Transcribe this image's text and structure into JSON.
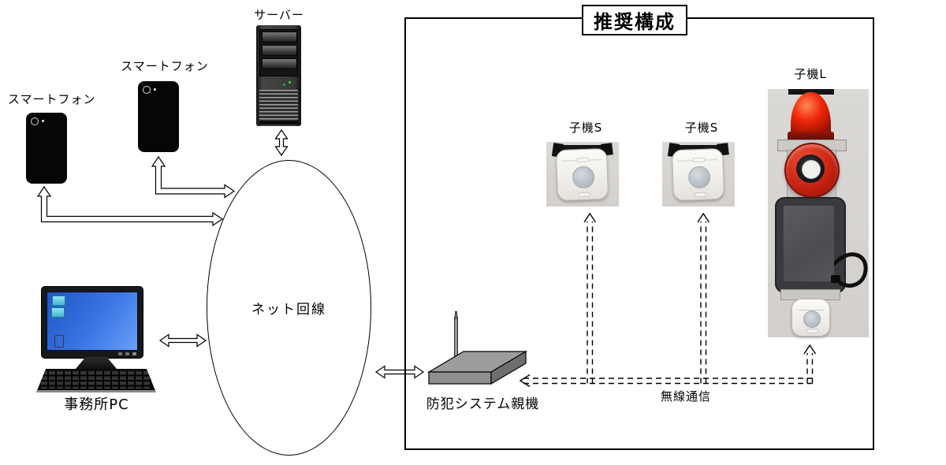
{
  "diagram": {
    "title": "推奨構成",
    "outside": {
      "smartphone_1": {
        "label": "スマートフォン",
        "icon": "smartphone-icon"
      },
      "smartphone_2": {
        "label": "スマートフォン",
        "icon": "smartphone-icon"
      },
      "server": {
        "label": "サーバー",
        "icon": "server-tower-icon"
      },
      "office_pc": {
        "label": "事務所PC",
        "icon": "desktop-pc-icon"
      },
      "net_line": {
        "label": "ネット回線",
        "shape": "ellipse"
      }
    },
    "inside": {
      "child_s_1": {
        "label": "子機S",
        "icon": "sensor-unit-photo"
      },
      "child_s_2": {
        "label": "子機S",
        "icon": "sensor-unit-photo"
      },
      "child_l": {
        "label": "子機L",
        "icon": "beacon-siren-unit-photo"
      },
      "parent_unit": {
        "label": "防犯システム親機",
        "icon": "wireless-router-icon"
      },
      "wireless_label": "無線通信"
    },
    "colors": {
      "background": "#ffffff",
      "line_black": "#000000",
      "beacon_red": "#f02708",
      "siren_red": "#c3200f",
      "pc_screen_blue": "#3a76e6",
      "photo_background": "#d8d6d3",
      "router_gray": "#9c9c9c"
    }
  }
}
